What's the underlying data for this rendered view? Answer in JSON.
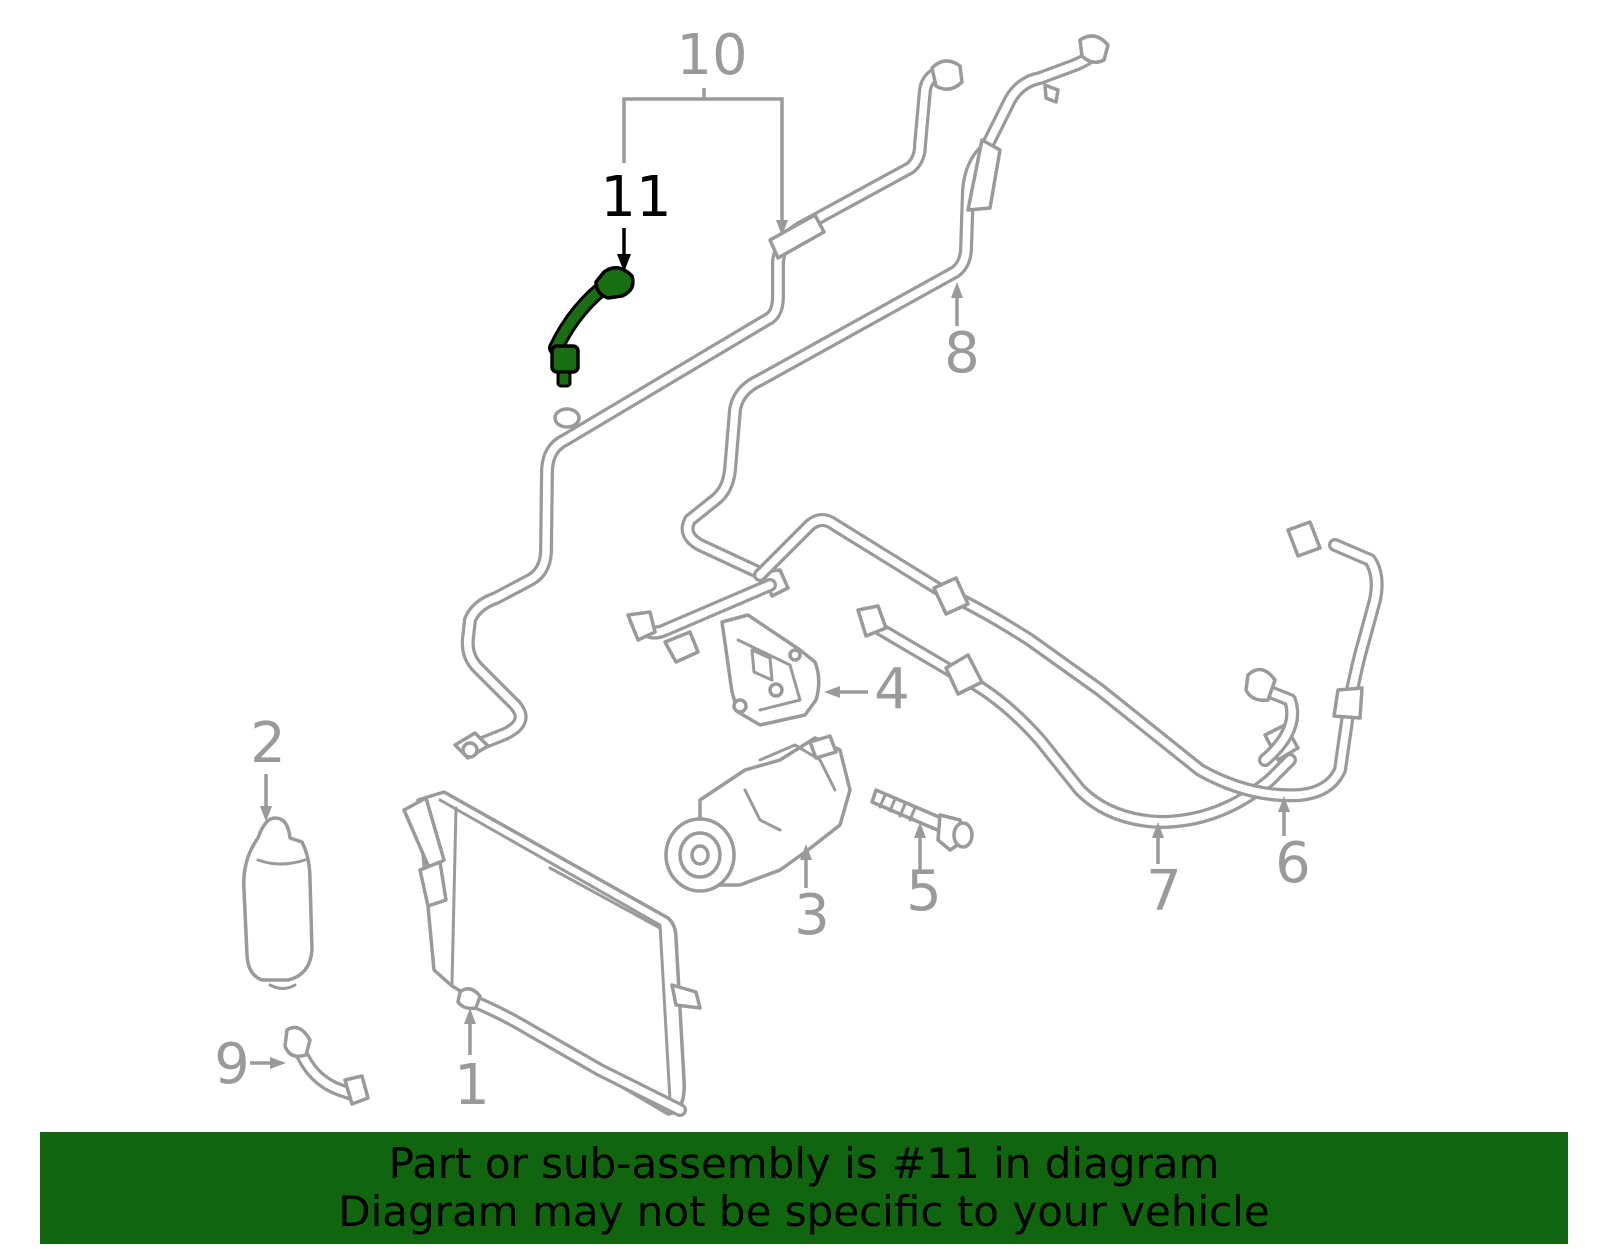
{
  "callouts": {
    "c1": "1",
    "c2": "2",
    "c3": "3",
    "c4": "4",
    "c5": "5",
    "c6": "6",
    "c7": "7",
    "c8": "8",
    "c9": "9",
    "c10": "10",
    "c11": "11"
  },
  "highlighted_part": "11",
  "colors": {
    "highlight": "#1a6e12",
    "banner": "#12650f",
    "line_art": "#9a9a9a"
  },
  "footer": {
    "line1": "Part or sub-assembly is #11 in diagram",
    "line2": "Diagram may not be specific to your vehicle"
  }
}
